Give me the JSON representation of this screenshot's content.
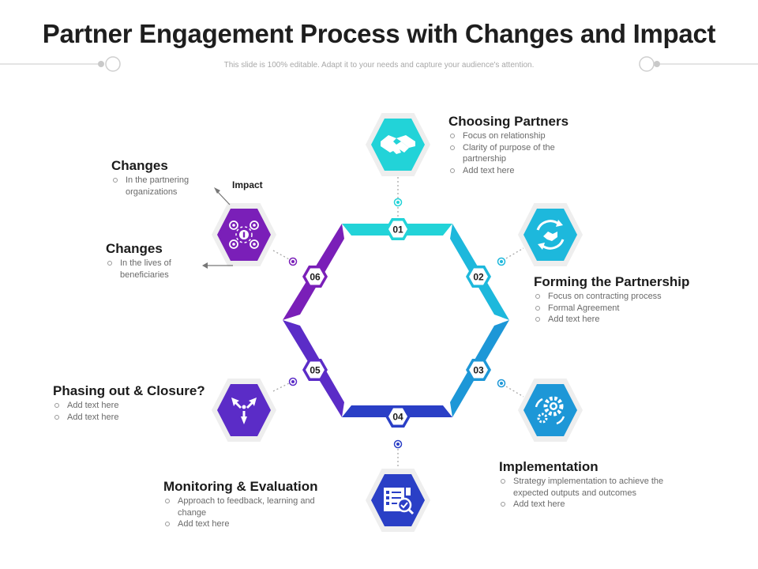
{
  "title": "Partner Engagement Process with Changes and Impact",
  "subtitle": "This slide is 100% editable. Adapt it to your needs and capture your audience's attention.",
  "colors": {
    "cyan": "#22d3d8",
    "teal": "#1db8dc",
    "sky": "#1d97d7",
    "royal_blue": "#2a3fc6",
    "indigo": "#5b2cc7",
    "purple": "#7a1fb8"
  },
  "steps": [
    {
      "number": "01",
      "heading": "Choosing Partners",
      "icon": "handshake-icon",
      "bullets": [
        "Focus on relationship",
        "Clarity of purpose of the partnership",
        "Add text here"
      ]
    },
    {
      "number": "02",
      "heading": "Forming the Partnership",
      "icon": "handshake-cycle-icon",
      "bullets": [
        "Focus on contracting process",
        "Formal Agreement",
        "Add text here"
      ]
    },
    {
      "number": "03",
      "heading": "Implementation",
      "icon": "gears-cycle-icon",
      "bullets": [
        "Strategy implementation to achieve the expected outputs and outcomes",
        "Add text here"
      ]
    },
    {
      "number": "04",
      "heading": "Monitoring & Evaluation",
      "icon": "checklist-search-icon",
      "bullets": [
        "Approach to feedback, learning and change",
        "Add text here"
      ]
    },
    {
      "number": "05",
      "heading": "Phasing out & Closure?",
      "icon": "converging-arrows-icon",
      "bullets": [
        "Add text here",
        "Add text here"
      ]
    },
    {
      "number": "06",
      "heading": "",
      "icon": "impact-network-icon",
      "bullets": []
    }
  ],
  "impact": {
    "label": "Impact",
    "changes": [
      {
        "heading": "Changes",
        "bullets": [
          "In the partnering organizations"
        ]
      },
      {
        "heading": "Changes",
        "bullets": [
          "In the lives of beneficiaries"
        ]
      }
    ]
  }
}
